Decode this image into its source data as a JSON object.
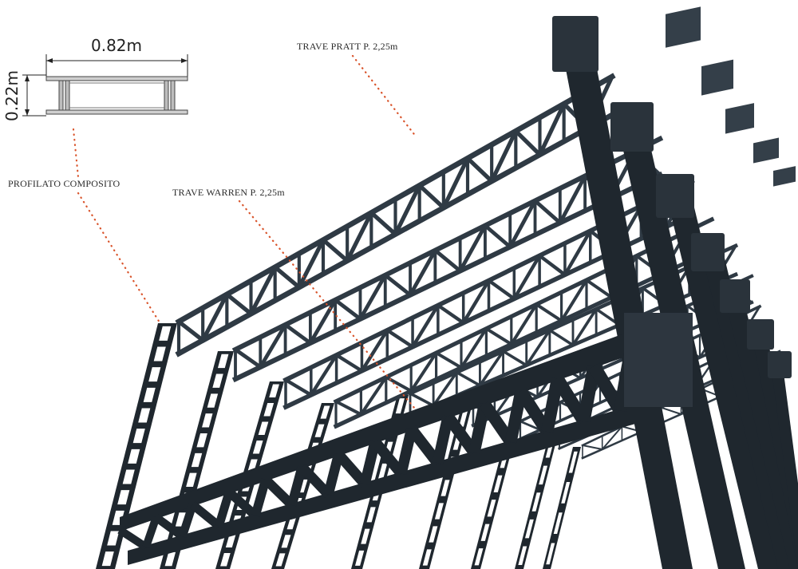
{
  "dimensions": {
    "width_label": "0.82m",
    "height_label": "0.22m"
  },
  "labels": {
    "pratt": "TRAVE PRATT P. 2,25m",
    "warren": "TRAVE WARREN P. 2,25m",
    "composito": "PROFILATO COMPOSITO"
  },
  "colors": {
    "steel": "#2f3a44",
    "steel_dark": "#1f272e",
    "leader": "#d9542b",
    "background": "#ffffff"
  }
}
